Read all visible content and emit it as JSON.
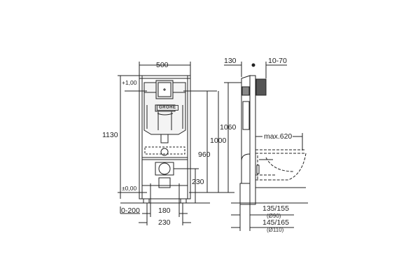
{
  "diagram": {
    "type": "installation-drawing",
    "subject": "wall-hung WC installation frame with cistern",
    "brand_mark": "GROHE",
    "front_view": {
      "frame_width": "500",
      "total_height": "1130",
      "top_level": "+1,00",
      "floor_level": "±0,00",
      "floor_adjust": "0-200",
      "inner_spacing": "180",
      "outer_spacing": "230",
      "outlet_height": "230"
    },
    "height_dims": {
      "h960": "960",
      "h1000": "1000",
      "h1060": "1060"
    },
    "side_view": {
      "depth": "130",
      "wall_offset": "10-70",
      "bowl_projection": "max.620",
      "pipe90_dim": "135/155",
      "pipe90_diam": "(Ø90)",
      "pipe110_dim": "145/165",
      "pipe110_diam": "(Ø110)"
    },
    "colors": {
      "line": "#222222",
      "fill_light": "#e6e6e6",
      "background": "#ffffff"
    }
  }
}
